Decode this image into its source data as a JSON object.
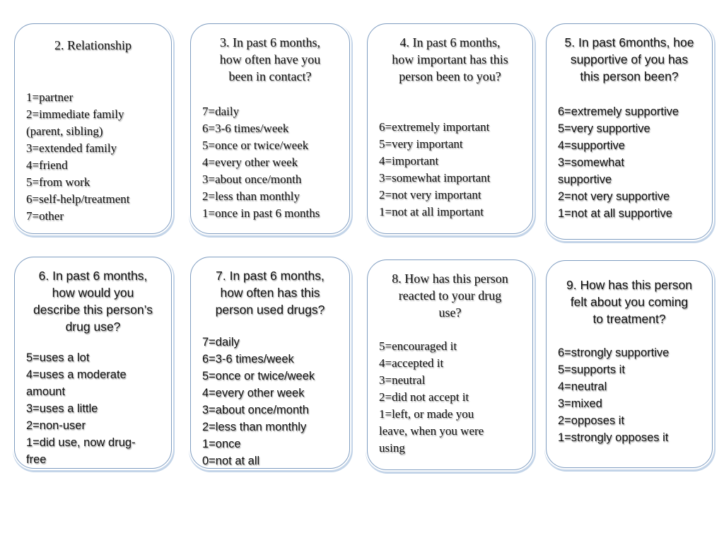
{
  "slide": {
    "background_color": "#ffffff",
    "card_border_color": "#7e9cc0",
    "card_outer_line_color": "#c3d4e8",
    "text_color": "#111111"
  },
  "cards": [
    {
      "id": "relationship",
      "title": "2. Relationship",
      "options": [
        "1=partner",
        "2=immediate family\n(parent, sibling)",
        "3=extended family",
        "4=friend",
        "5=from work",
        "6=self-help/treatment",
        "7=other"
      ]
    },
    {
      "id": "contact-frequency",
      "title": "3. In past 6 months,\nhow often have you\nbeen in contact?",
      "options": [
        "7=daily",
        "6=3-6 times/week",
        "5=once or twice/week",
        "4=every other week",
        "3=about once/month",
        "2=less than monthly",
        "1=once in past 6 months"
      ]
    },
    {
      "id": "importance",
      "title": "4. In past 6 months,\nhow important has this\nperson been to you?",
      "options": [
        "6=extremely important",
        "5=very important",
        "4=important",
        "3=somewhat important",
        "2=not very important",
        "1=not at all important"
      ]
    },
    {
      "id": "supportiveness",
      "title": "5. In past 6months, hoe\nsupportive of you has\nthis person been?",
      "options": [
        "6=extremely supportive",
        "5=very supportive",
        "4=supportive",
        "3=somewhat\nsupportive",
        "2=not very supportive",
        "1=not at all supportive"
      ]
    },
    {
      "id": "person-drug-use-description",
      "title": "6. In past 6 months,\nhow would you\ndescribe this person’s\ndrug use?",
      "options": [
        "5=uses a lot",
        "4=uses a moderate\namount",
        "3=uses a little",
        "2=non-user",
        "1=did use, now drug-\nfree"
      ]
    },
    {
      "id": "person-drug-use-frequency",
      "title": "7. In past 6 months,\nhow often has this\nperson used drugs?",
      "options": [
        "7=daily",
        "6=3-6 times/week",
        "5=once or twice/week",
        "4=every other week",
        "3=about once/month",
        "2=less than monthly",
        "1=once",
        "0=not at all"
      ]
    },
    {
      "id": "reaction-to-your-drug-use",
      "title": "8. How has this person\nreacted to your drug\nuse?",
      "options": [
        "5=encouraged it",
        "4=accepted it",
        "3=neutral",
        "2=did not accept it",
        "1=left, or made you\nleave, when you were\nusing"
      ]
    },
    {
      "id": "feeling-about-treatment",
      "title": "9. How has this person\nfelt about you coming\nto treatment?",
      "options": [
        "6=strongly supportive",
        "5=supports it",
        "4=neutral",
        "3=mixed",
        "2=opposes it",
        "1=strongly opposes it"
      ]
    }
  ]
}
